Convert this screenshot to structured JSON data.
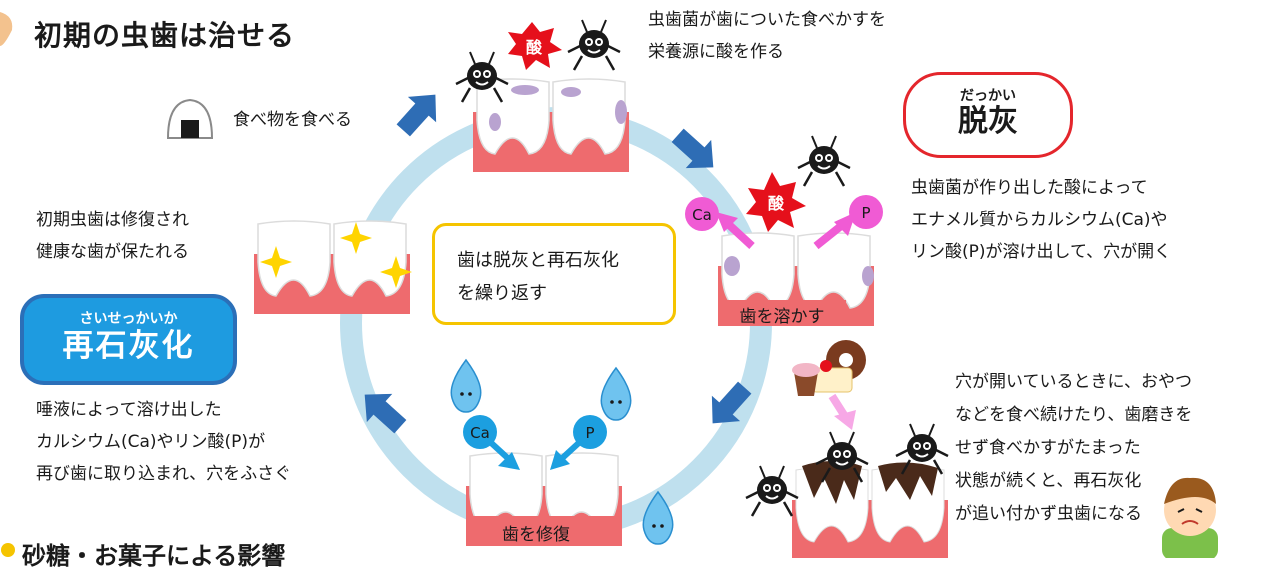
{
  "title": "初期の虫歯は治せる",
  "captions": {
    "acid_production": "虫歯菌が歯についた食べかすを\n栄養源に酸を作る",
    "eating": "食べ物を食べる",
    "demineralization": "虫歯菌が作り出した酸によって\nエナメル質からカルシウム(Ca)や\nリン酸(P)が溶け出して、穴が開く",
    "remineralized_result": "初期虫歯は修復され\n健康な歯が保たれる",
    "saliva": "唾液によって溶け出した\nカルシウム(Ca)やリン酸(P)が\n再び歯に取り込まれ、穴をふさぐ",
    "caries": "穴が開いているときに、おやつ\nなどを食べ続けたり、歯磨きを\nせず食べかすがたまった\n状態が続くと、再石灰化\nが追い付かず虫歯になる"
  },
  "center_text": "歯は脱灰と再石灰化\nを繰り返す",
  "badges": {
    "demineralization": {
      "ruby": "だっかい",
      "word": "脱灰"
    },
    "remineralization": {
      "ruby": "さいせっかいか",
      "word": "再石灰化"
    }
  },
  "tooth_labels": {
    "dissolve": "歯を溶かす",
    "repair": "歯を修復"
  },
  "markers": {
    "acid": "酸",
    "calcium": "Ca",
    "phosphate": "P"
  },
  "bottom_heading": "砂糖・お菓子による影響",
  "colors": {
    "cycle": "#bfe0ee",
    "arrow": "#2e6db5",
    "gum": "#ee6b6e",
    "acid_star": "#e5101b",
    "ion_pink": "#f05bd4",
    "ion_blue": "#1c9fe0",
    "demin_border": "#e4262c",
    "remin_fill": "#1e9be0",
    "center_border": "#f5c400"
  }
}
